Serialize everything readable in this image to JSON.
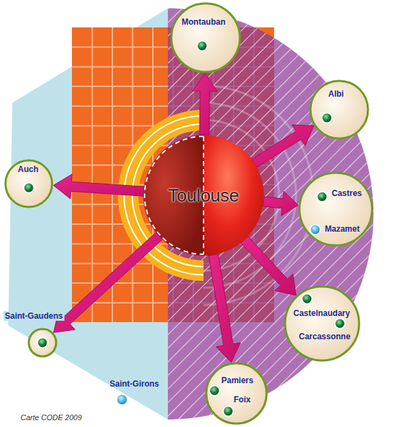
{
  "diagram": {
    "caption": "Carte CODE 2009",
    "nodes": [
      {
        "text": [
          "Montauban"
        ]
      },
      {
        "text": [
          "Albi"
        ]
      },
      {
        "text": [
          "Auch"
        ]
      },
      {
        "text": [
          "Toulouse"
        ]
      },
      {
        "text": [
          "Castres",
          "Mazamet"
        ]
      },
      {
        "text": [
          "Castelnaudary",
          "Carcassonne"
        ]
      },
      {
        "text": [
          "Saint-Gaudens"
        ]
      },
      {
        "text": [
          "Pamiers",
          "Foix"
        ]
      }
    ],
    "edges": [
      {
        "from": 3,
        "to": 0,
        "arrow": "to"
      },
      {
        "from": 3,
        "to": 1,
        "arrow": "to"
      },
      {
        "from": 3,
        "to": 4,
        "arrow": "to"
      },
      {
        "from": 3,
        "to": 5,
        "arrow": "to"
      },
      {
        "from": 3,
        "to": 7,
        "arrow": "to"
      },
      {
        "from": 3,
        "to": 6,
        "arrow": "to"
      },
      {
        "from": 3,
        "to": 2,
        "arrow": "to"
      }
    ],
    "labels": [
      "Saint-Girons"
    ]
  }
}
